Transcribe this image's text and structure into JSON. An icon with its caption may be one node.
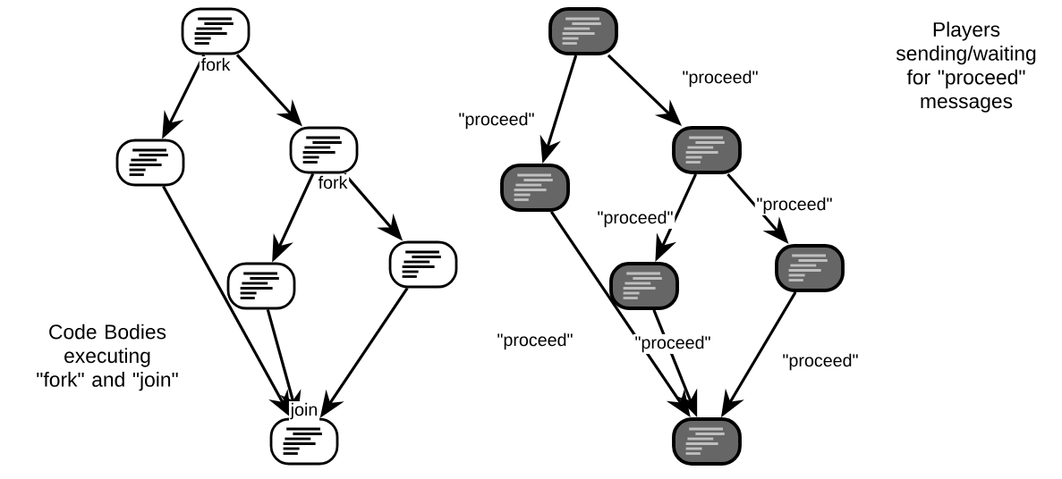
{
  "diagram": {
    "nodes": [
      {
        "text": [],
        "shape": "box",
        "beside": [
          "fork"
        ]
      },
      {
        "text": [],
        "shape": "box"
      },
      {
        "text": [],
        "shape": "box",
        "beside": [
          "fork"
        ]
      },
      {
        "text": [],
        "shape": "box"
      },
      {
        "text": [],
        "shape": "box"
      },
      {
        "text": [],
        "shape": "box",
        "beside": [
          "join"
        ]
      },
      {
        "text": [],
        "shape": "box"
      },
      {
        "text": [],
        "shape": "box"
      },
      {
        "text": [],
        "shape": "box"
      },
      {
        "text": [],
        "shape": "box"
      },
      {
        "text": [],
        "shape": "box"
      },
      {
        "text": [],
        "shape": "box"
      }
    ],
    "edges": [
      {
        "from": 0,
        "to": 1,
        "arrow": "to"
      },
      {
        "from": 0,
        "to": 2,
        "arrow": "to"
      },
      {
        "from": 1,
        "to": 5,
        "arrow": "to"
      },
      {
        "from": 2,
        "to": 3,
        "arrow": "to"
      },
      {
        "from": 2,
        "to": 4,
        "arrow": "to"
      },
      {
        "from": 3,
        "to": 5,
        "arrow": "to"
      },
      {
        "from": 4,
        "to": 5,
        "arrow": "to"
      },
      {
        "from": 6,
        "to": 7,
        "arrow": "to",
        "label": "\"proceed\""
      },
      {
        "from": 6,
        "to": 8,
        "arrow": "to",
        "label": "\"proceed\""
      },
      {
        "from": 7,
        "to": 11,
        "arrow": "to",
        "label": "\"proceed\""
      },
      {
        "from": 8,
        "to": 9,
        "arrow": "to",
        "label": "\"proceed\""
      },
      {
        "from": 8,
        "to": 10,
        "arrow": "to",
        "label": "\"proceed\""
      },
      {
        "from": 9,
        "to": 11,
        "arrow": "to",
        "label": "\"proceed\""
      },
      {
        "from": 10,
        "to": 11,
        "arrow": "to",
        "label": "\"proceed\""
      }
    ],
    "labels": [
      "Code Bodies executing \"fork\" and \"join\"",
      "Players sending/waiting for \"proceed\" messages"
    ]
  }
}
